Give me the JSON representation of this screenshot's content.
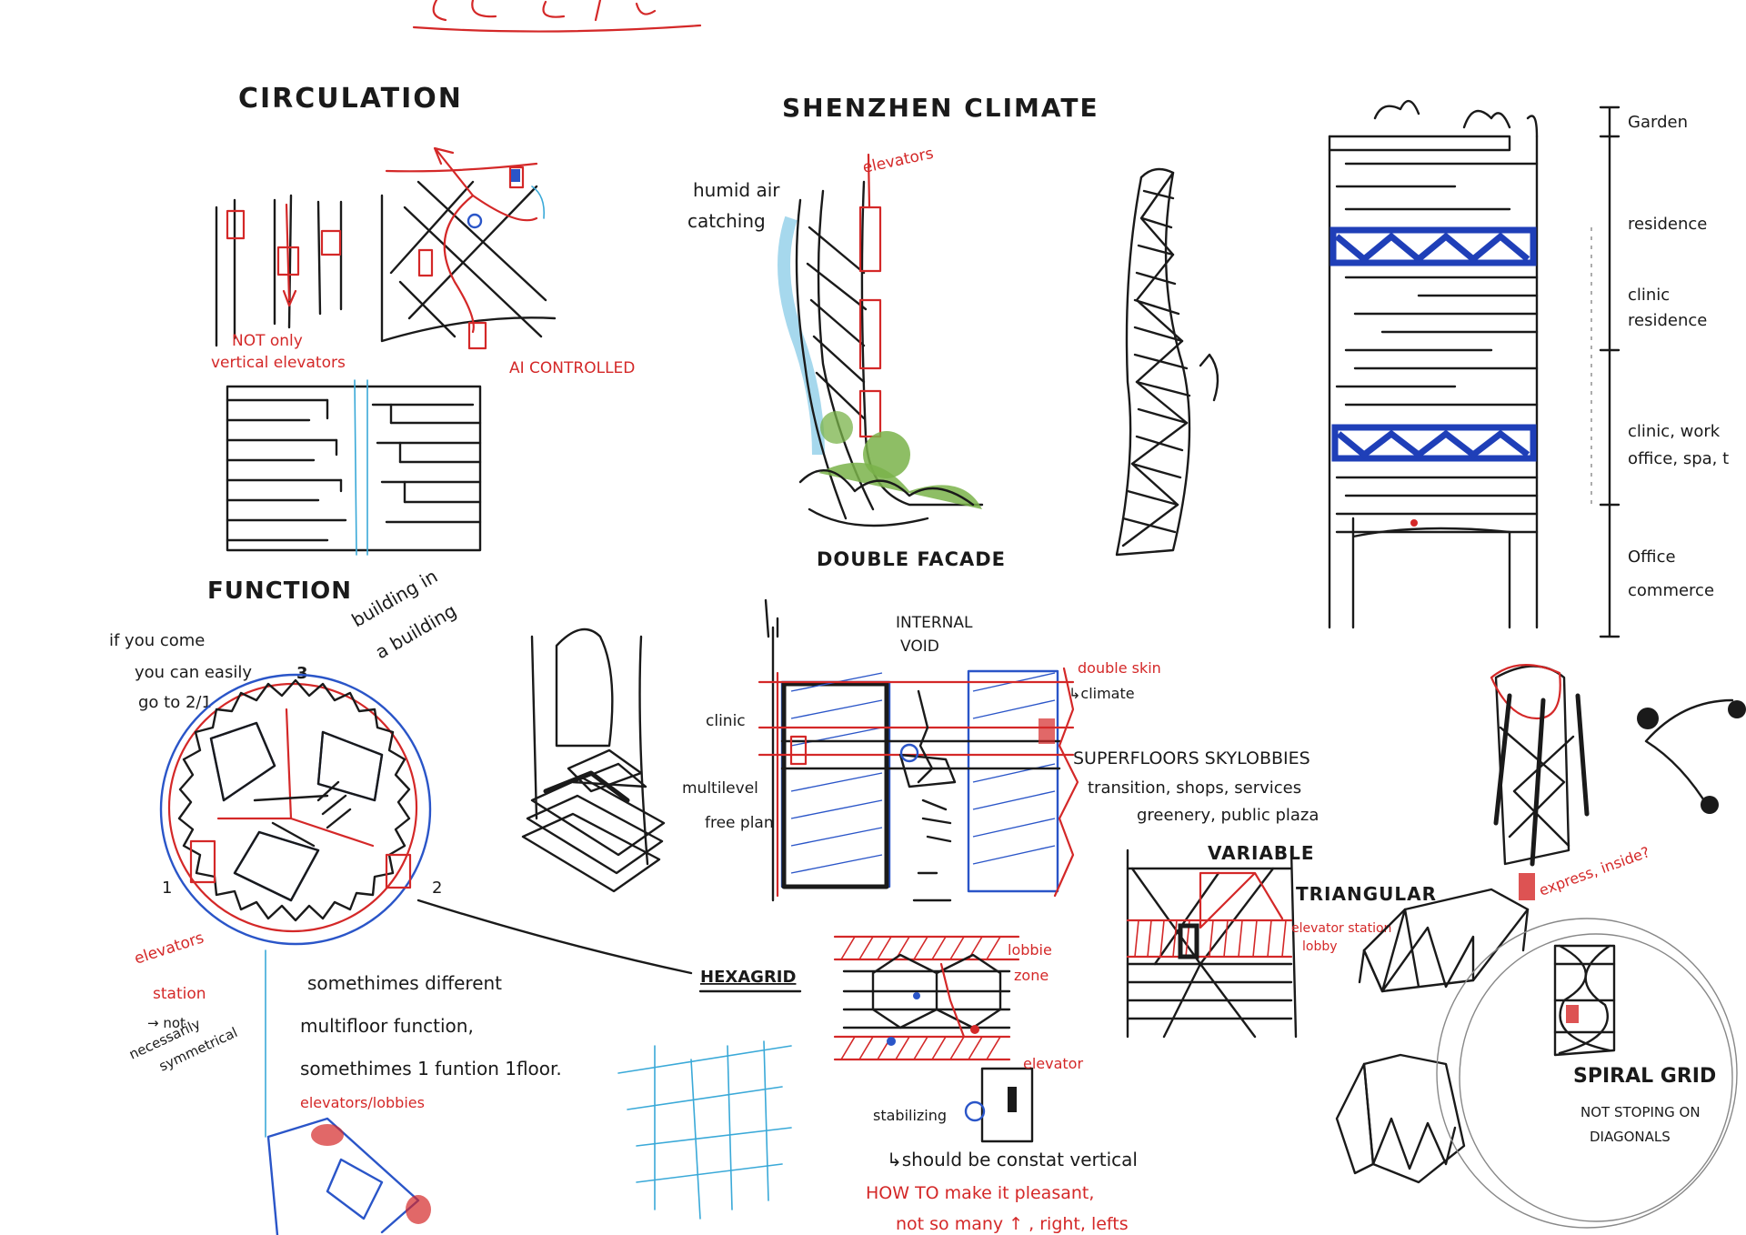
{
  "colors": {
    "ink": "#1a1a1a",
    "red": "#d42828",
    "blue": "#2a55c8",
    "deep_blue": "#1f3fb8",
    "green": "#7ab34a",
    "cyan": "#3aa9d8",
    "paper": "#ffffff"
  },
  "headings": {
    "circulation": "CIRCULATION",
    "climate": "SHENZHEN CLIMATE",
    "function": "FUNCTION",
    "hexagrid": "HEXAGRID",
    "variable": "VARIABLE",
    "triangular": "TRIANGULAR",
    "spiral_grid": "SPIRAL GRID"
  },
  "circulation": {
    "note_red_1": "NOT only",
    "note_red_2": "vertical elevators",
    "note_red_3": "AI CONTROLLED"
  },
  "climate": {
    "humid_1": "humid air",
    "humid_2": "catching",
    "elevators": "elevators",
    "double_facade": "DOUBLE FACADE"
  },
  "program_stack": {
    "garden": "Garden",
    "residence": "residence",
    "clinic_residence_1": "clinic",
    "clinic_residence_2": "residence",
    "clinic_work_1": "clinic, work",
    "clinic_work_2": "office, spa, t",
    "office_1": "Office",
    "office_2": "commerce"
  },
  "function": {
    "note_1": "if you come",
    "note_2": "you can easily",
    "note_3": "go to 2/1",
    "num_3": "3",
    "num_1": "1",
    "num_2": "2",
    "building_1": "building in",
    "building_2": "a building",
    "elev_1": "elevators",
    "elev_2": "station",
    "elev_3": "→ not",
    "elev_4": "necessarily",
    "elev_5": "symmetrical",
    "text_1": "somethimes different",
    "text_2": "multifloor function,",
    "text_3": "somethimes 1 funtion 1floor.",
    "elevators_lobbies": "elevators/lobbies"
  },
  "superfloors": {
    "internal_1": "INTERNAL",
    "internal_2": "VOID",
    "clinic": "clinic",
    "multilevel_1": "multilevel",
    "multilevel_2": "free plan",
    "double_skin_1": "double skin",
    "double_skin_2": "↳climate",
    "sf_1": "SUPERFLOORS  SKYLOBBIES",
    "sf_2": "transition, shops, services",
    "sf_3": "greenery, public plaza"
  },
  "hexagrid_notes": {
    "lobbie_1": "lobbie",
    "lobbie_2": "zone",
    "elevator": "elevator",
    "stabilizing": "stabilizing",
    "should": "↳should be constat vertical",
    "how_1": "HOW TO make it pleasant,",
    "how_2": "not so many ↑ , right, lefts"
  },
  "variable": {
    "elev_1": "elevator station",
    "elev_2": "lobby"
  },
  "spiral": {
    "express": "express, inside?",
    "note_1": "NOT STOPING ON",
    "note_2": "DIAGONALS"
  }
}
